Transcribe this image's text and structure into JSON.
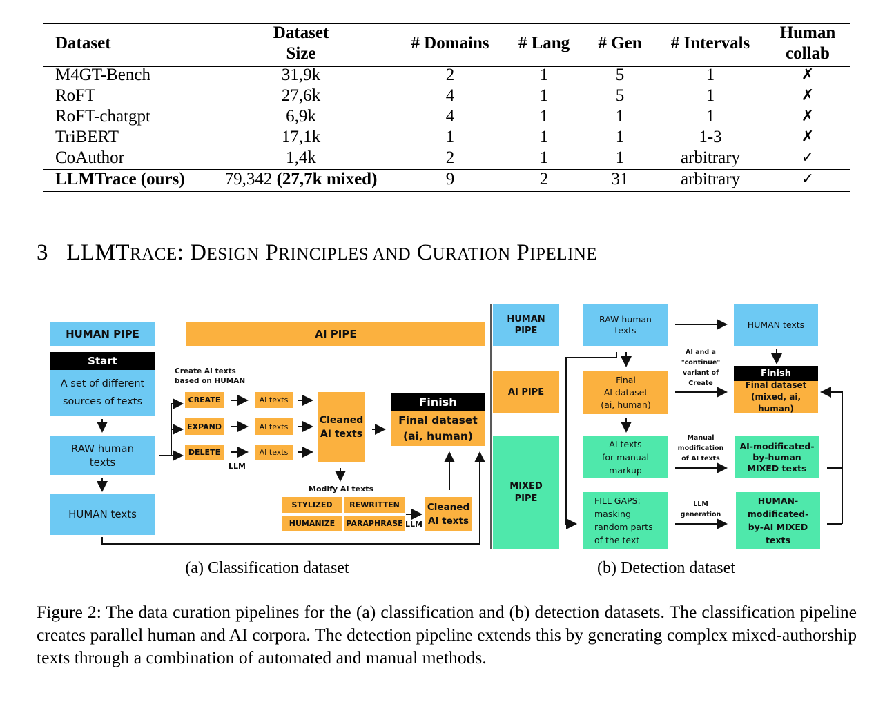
{
  "table": {
    "headers": [
      "Dataset",
      "Dataset\nSize",
      "# Domains",
      "# Lang",
      "# Gen",
      "# Intervals",
      "Human\ncollab"
    ],
    "rows": [
      [
        "M4GT-Bench",
        "31,9k",
        "2",
        "1",
        "5",
        "1",
        "✗"
      ],
      [
        "RoFT",
        "27,6k",
        "4",
        "1",
        "5",
        "1",
        "✗"
      ],
      [
        "RoFT-chatgpt",
        "6,9k",
        "4",
        "1",
        "1",
        "1",
        "✗"
      ],
      [
        "TriBERT",
        "17,1k",
        "1",
        "1",
        "1",
        "1-3",
        "✗"
      ],
      [
        "CoAuthor",
        "1,4k",
        "2",
        "1",
        "1",
        "arbitrary",
        "✓"
      ]
    ],
    "last_row": {
      "name": "LLMTrace (ours)",
      "size_plain": "79,342 ",
      "size_bold": "(27,7k mixed)",
      "domains": "9",
      "lang": "2",
      "gen": "31",
      "intervals": "arbitrary",
      "collab": "✓"
    }
  },
  "section": {
    "number": "3",
    "title_parts": [
      "LLMT",
      "RACE",
      ": D",
      "ESIGN",
      " P",
      "RINCIPLES AND",
      " C",
      "URATION",
      " P",
      "IPELINE"
    ]
  },
  "diagram_a": {
    "human_pipe": "HUMAN PIPE",
    "ai_pipe": "AI PIPE",
    "start": "Start",
    "sources": "A set of different\nsources of texts",
    "raw": "RAW human\ntexts",
    "human_texts": "HUMAN texts",
    "create_label": "Create AI texts\nbased on HUMAN",
    "ops": [
      "CREATE",
      "EXPAND",
      "DELETE"
    ],
    "ai_texts": "AI texts",
    "llm": "LLM",
    "cleaned": "Cleaned\nAI texts",
    "finish": "Finish",
    "final": "Final dataset\n(ai, human)",
    "modify": "Modify AI texts",
    "mods": [
      "STYLIZED",
      "REWRITTEN",
      "HUMANIZE",
      "PARAPHRASE"
    ],
    "llm2": "LLM",
    "cleaned2": "Cleaned\nAI texts",
    "caption": "(a) Classification dataset"
  },
  "diagram_b": {
    "human_pipe": "HUMAN\nPIPE",
    "ai_pipe": "AI PIPE",
    "mixed_pipe": "MIXED\nPIPE",
    "raw": "RAW human\ntexts",
    "human_texts": "HUMAN texts",
    "final_ai": "Final\nAI dataset\n(ai, human)",
    "continue": "AI and a\n\"continue\"\nvariant of\nCreate",
    "finish": "Finish",
    "final": "Final dataset\n(mixed, ai, human)",
    "manual_src": "AI texts\nfor manual\nmarkup",
    "manual_label": "Manual\nmodification\nof AI texts",
    "ai_mod": "AI-modificated-\nby-human\nMIXED texts",
    "fill": "FILL GAPS:\nmasking\nrandom parts\nof the text",
    "llm_gen": "LLM\ngeneration",
    "human_mod": "HUMAN-\nmodificated-\nby-AI MIXED\ntexts",
    "caption": "(b) Detection dataset"
  },
  "figure_caption": "Figure 2: The data curation pipelines for the (a) classification and (b) detection datasets. The classification pipeline creates parallel human and AI corpora.  The detection pipeline extends this by generating complex mixed-authorship texts through a combination of automated and manual methods."
}
